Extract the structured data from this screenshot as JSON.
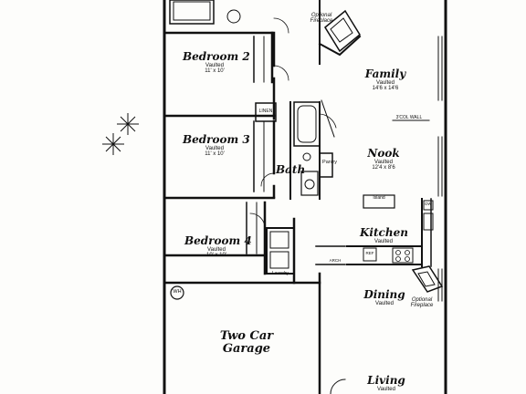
{
  "rooms": {
    "bedroom2": {
      "name": "Bedroom 2",
      "ceiling": "Vaulted",
      "size": "11' x 10'"
    },
    "bedroom3": {
      "name": "Bedroom 3",
      "ceiling": "Vaulted",
      "size": "11' x 10'"
    },
    "bedroom4": {
      "name": "Bedroom 4",
      "ceiling": "Vaulted",
      "size": "10' x 10'"
    },
    "family": {
      "name": "Family",
      "ceiling": "Vaulted",
      "size": "14'6 x 14'6"
    },
    "nook": {
      "name": "Nook",
      "ceiling": "Vaulted",
      "size": "12'4 x 8'6"
    },
    "kitchen": {
      "name": "Kitchen",
      "ceiling": "Vaulted"
    },
    "dining": {
      "name": "Dining",
      "ceiling": "Vaulted"
    },
    "living": {
      "name": "Living",
      "ceiling": "Vaulted"
    },
    "bath": {
      "name": "Bath"
    },
    "garage": {
      "line1": "Two Car",
      "line2": "Garage"
    }
  },
  "labels": {
    "optional_fireplace_top": "Optional\nFireplace",
    "optional_fireplace_bottom": "Optional\nFireplace",
    "linen": "LINEN",
    "pantry": "Pantry",
    "island": "Island",
    "laundry": "Laundry",
    "wh": "WH",
    "wall_height": "3'COL WALL",
    "dw": "DW",
    "ref": "REF",
    "arch": "ARCH"
  }
}
